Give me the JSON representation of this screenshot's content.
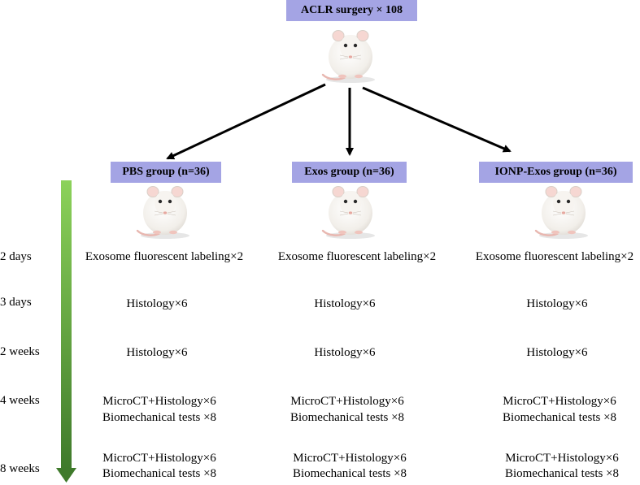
{
  "top_box": "ACLR surgery × 108",
  "groups": [
    {
      "name": "PBS group (n=36)"
    },
    {
      "name": "Exos group (n=36)"
    },
    {
      "name": "IONP-Exos group (n=36)"
    }
  ],
  "timepoints": [
    "2 days",
    "3 days",
    "2 weeks",
    "4 weeks",
    "8 weeks"
  ],
  "rows": [
    {
      "line1": "Exosome fluorescent labeling×2"
    },
    {
      "line1": "Histology×6"
    },
    {
      "line1": "Histology×6"
    },
    {
      "line1": "MicroCT+Histology×6",
      "line2": "Biomechanical tests ×8"
    },
    {
      "line1": "MicroCT+Histology×6",
      "line2": "Biomechanical tests ×8"
    }
  ],
  "colors": {
    "box_fill": "#a4a4e4",
    "timeline_top": "#8cd25a",
    "timeline_bottom": "#3f7a2b"
  },
  "icons": {
    "animal": "white-rat-icon"
  }
}
